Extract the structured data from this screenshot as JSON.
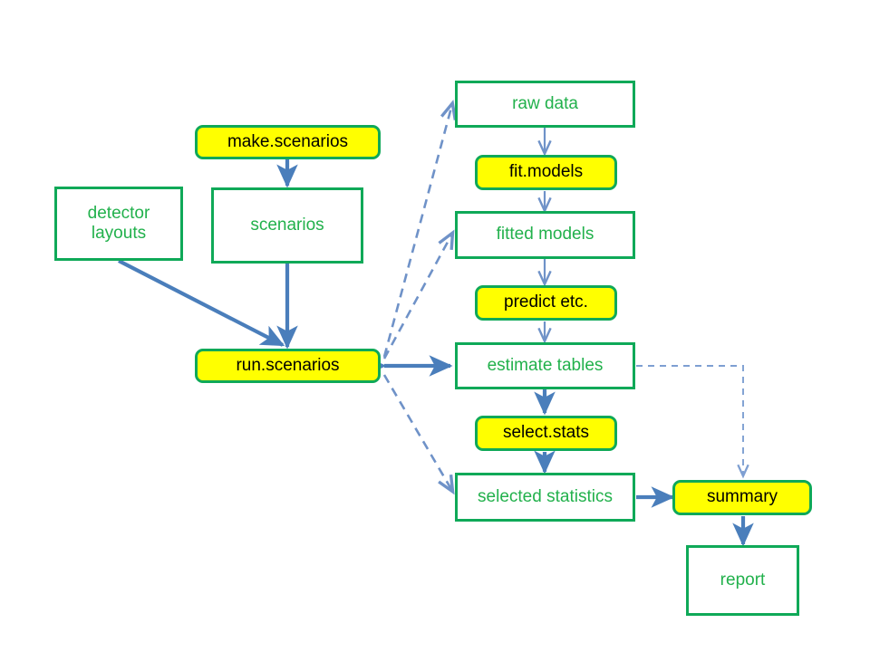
{
  "diagram": {
    "title": "analysis pipeline flow diagram",
    "colors": {
      "node_border": "#0fa958",
      "data_node_text": "#22b14c",
      "function_node_fill": "#ffff00",
      "function_node_text": "#000000",
      "arrow_solid": "#4a7ebb",
      "arrow_dashed": "#6f92c8",
      "background": "#ffffff"
    },
    "nodes": [
      {
        "id": "make_scenarios",
        "label": "make.scenarios",
        "kind": "function"
      },
      {
        "id": "detector_layouts",
        "label": "detector\nlayouts",
        "kind": "data"
      },
      {
        "id": "scenarios",
        "label": "scenarios",
        "kind": "data"
      },
      {
        "id": "run_scenarios",
        "label": "run.scenarios",
        "kind": "function"
      },
      {
        "id": "raw_data",
        "label": "raw data",
        "kind": "data"
      },
      {
        "id": "fit_models",
        "label": "fit.models",
        "kind": "function"
      },
      {
        "id": "fitted_models",
        "label": "fitted models",
        "kind": "data"
      },
      {
        "id": "predict_etc",
        "label": "predict etc.",
        "kind": "function"
      },
      {
        "id": "estimate_tables",
        "label": "estimate tables",
        "kind": "data"
      },
      {
        "id": "select_stats",
        "label": "select.stats",
        "kind": "function"
      },
      {
        "id": "selected_statistics",
        "label": "selected statistics",
        "kind": "data"
      },
      {
        "id": "summary",
        "label": "summary",
        "kind": "function"
      },
      {
        "id": "report",
        "label": "report",
        "kind": "data"
      }
    ],
    "edges": [
      {
        "from": "make_scenarios",
        "to": "scenarios",
        "style": "solid-thick"
      },
      {
        "from": "scenarios",
        "to": "run_scenarios",
        "style": "solid-thick"
      },
      {
        "from": "detector_layouts",
        "to": "run_scenarios",
        "style": "solid-thick"
      },
      {
        "from": "run_scenarios",
        "to": "estimate_tables",
        "style": "solid-thick"
      },
      {
        "from": "run_scenarios",
        "to": "raw_data",
        "style": "dashed"
      },
      {
        "from": "run_scenarios",
        "to": "fitted_models",
        "style": "dashed"
      },
      {
        "from": "run_scenarios",
        "to": "selected_statistics",
        "style": "dashed"
      },
      {
        "from": "raw_data",
        "to": "fit_models",
        "style": "solid-thin"
      },
      {
        "from": "fit_models",
        "to": "fitted_models",
        "style": "solid-thin"
      },
      {
        "from": "fitted_models",
        "to": "predict_etc",
        "style": "solid-thin"
      },
      {
        "from": "predict_etc",
        "to": "estimate_tables",
        "style": "solid-thin"
      },
      {
        "from": "estimate_tables",
        "to": "select_stats",
        "style": "solid-thick"
      },
      {
        "from": "select_stats",
        "to": "selected_statistics",
        "style": "solid-thick"
      },
      {
        "from": "selected_statistics",
        "to": "summary",
        "style": "solid-thick"
      },
      {
        "from": "estimate_tables",
        "to": "summary",
        "style": "dashed-elbow"
      },
      {
        "from": "summary",
        "to": "report",
        "style": "solid-thick"
      }
    ]
  }
}
